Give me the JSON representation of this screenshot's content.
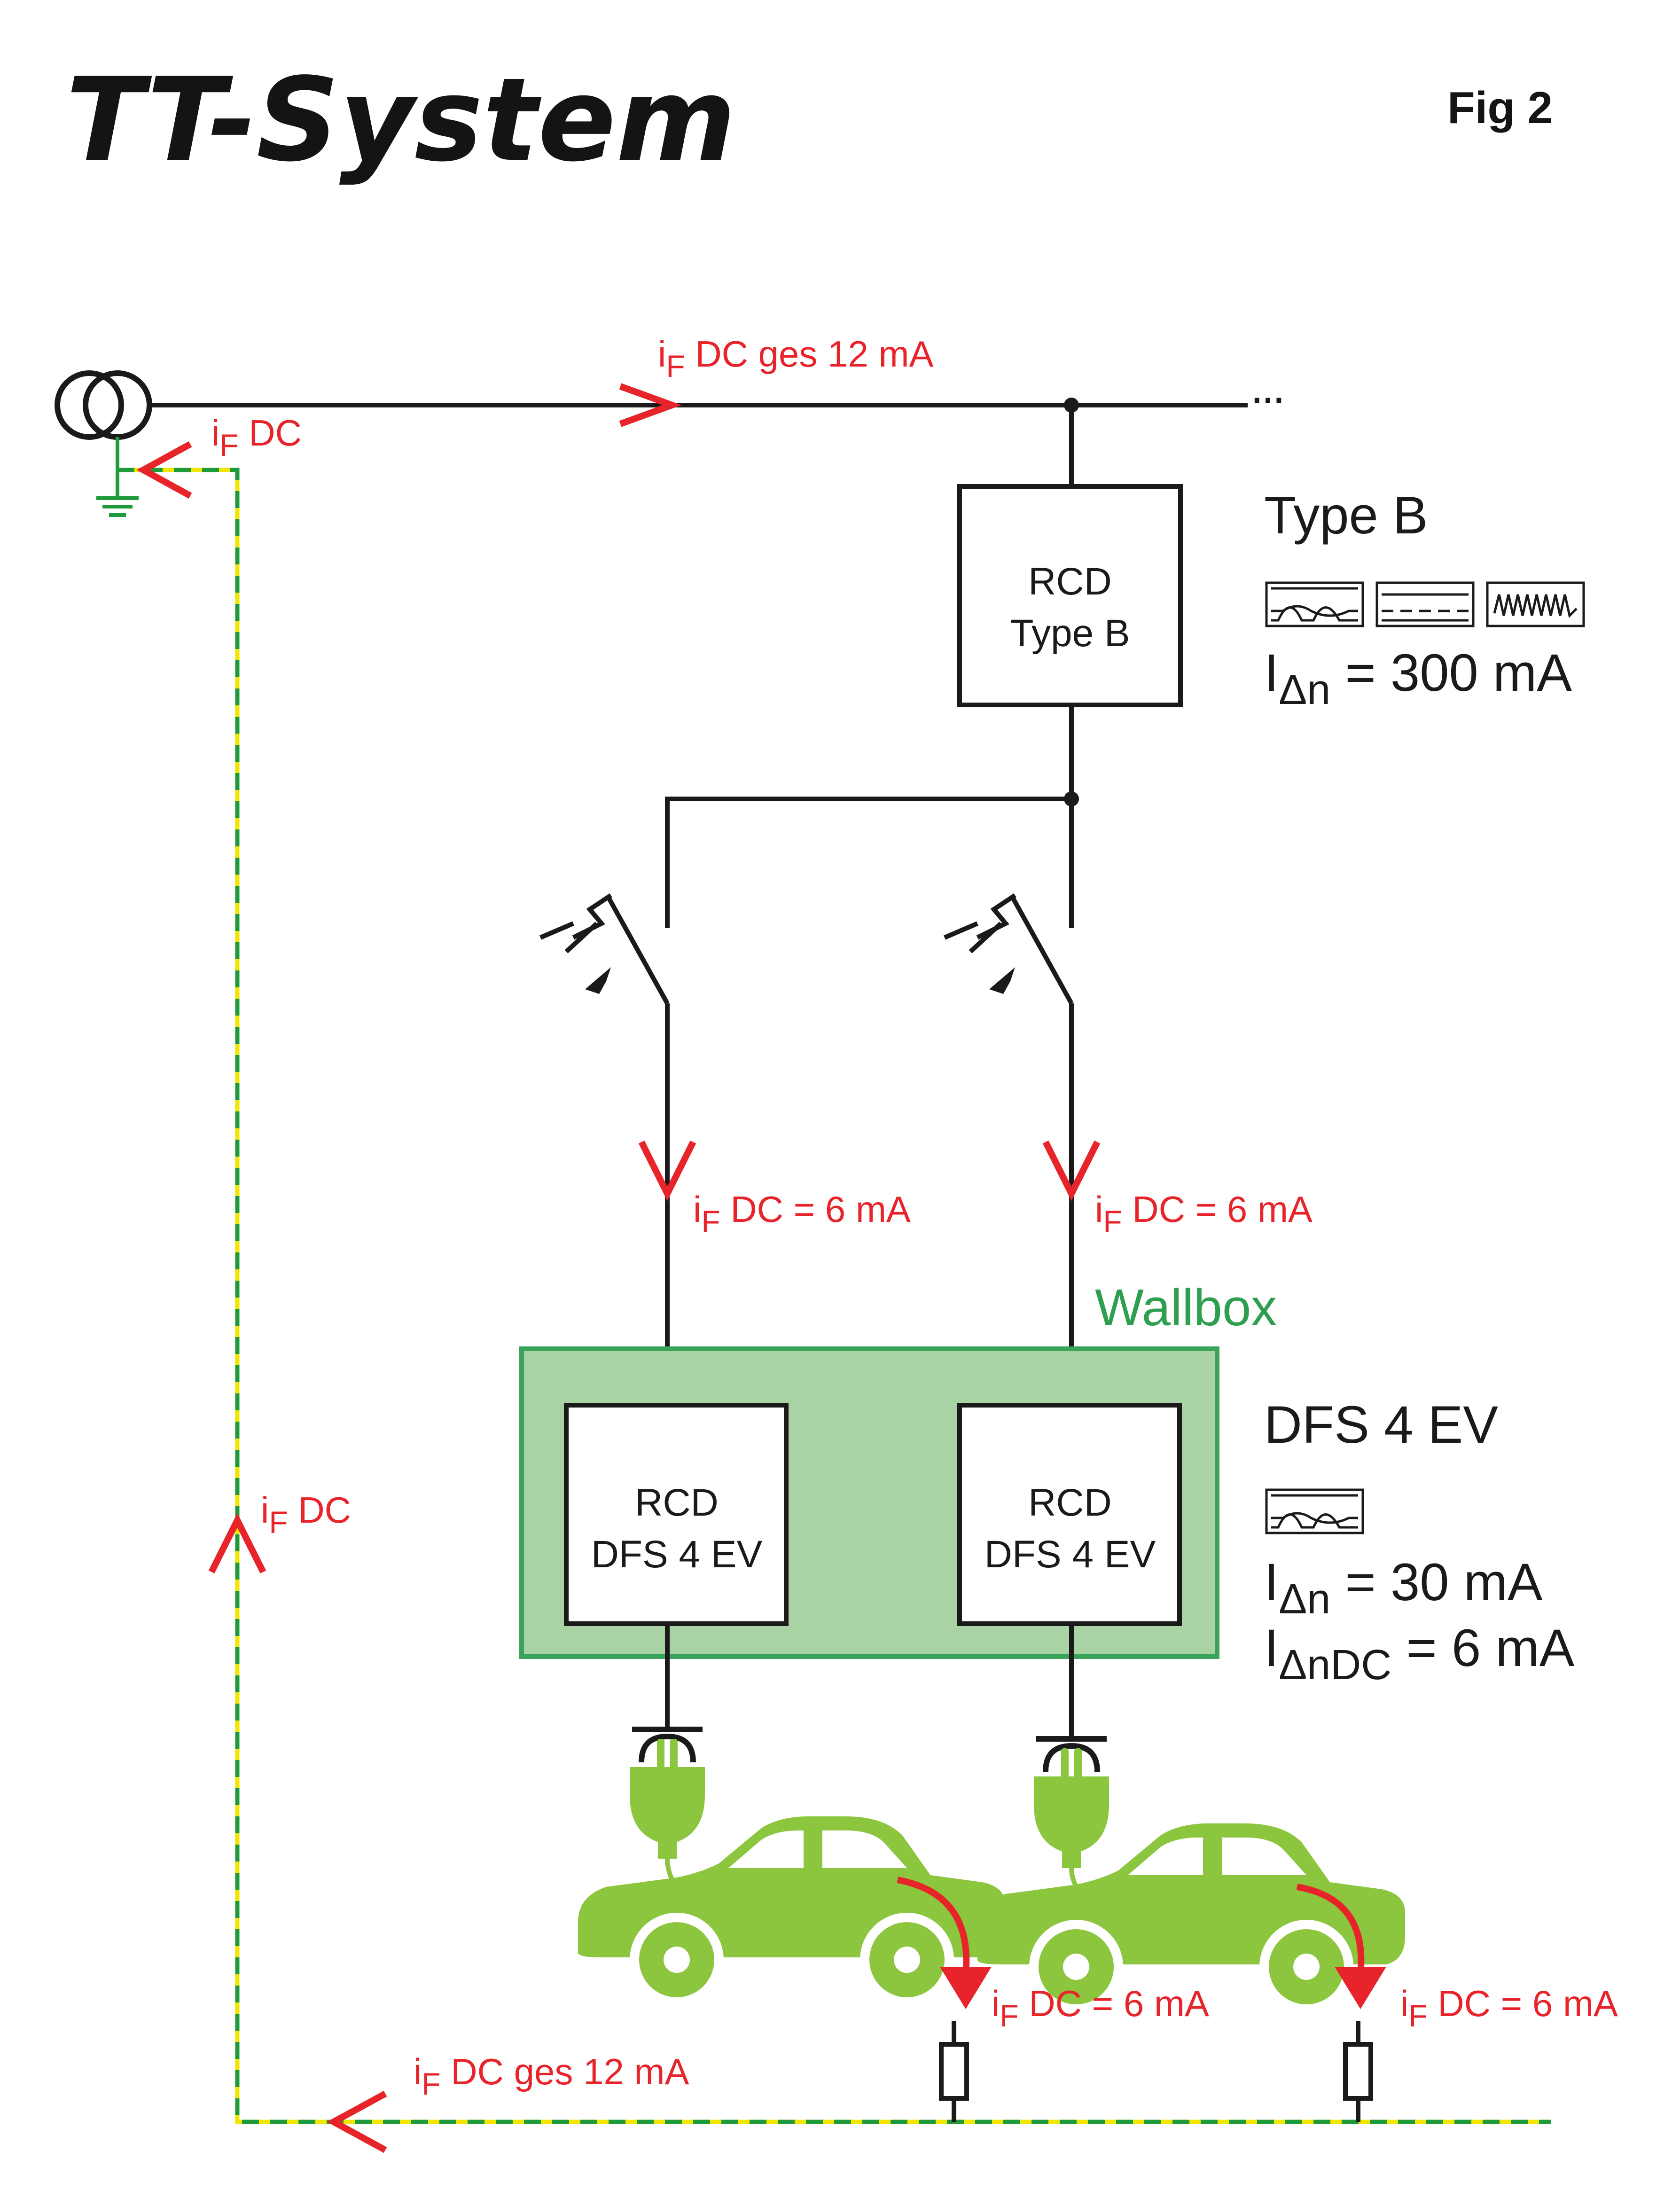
{
  "title": "TT-System",
  "figure_label": "Fig 2",
  "labels": {
    "top_current": {
      "i": "i",
      "sub": "F",
      "rest": " DC ges 12 mA"
    },
    "earth_current": {
      "i": "i",
      "sub": "F",
      "rest": " DC"
    },
    "left_current": {
      "i": "i",
      "sub": "F",
      "rest": " DC"
    },
    "branch_left_current": {
      "i": "i",
      "sub": "F",
      "rest": " DC = 6 mA"
    },
    "branch_right_current": {
      "i": "i",
      "sub": "F",
      "rest": " DC = 6 mA"
    },
    "car_left_current": {
      "i": "i",
      "sub": "F",
      "rest": " DC = 6 mA"
    },
    "car_right_current": {
      "i": "i",
      "sub": "F",
      "rest": " DC = 6 mA"
    },
    "bottom_current": {
      "i": "i",
      "sub": "F",
      "rest": " DC ges 12 mA"
    }
  },
  "rcd_main": {
    "line1": "RCD",
    "line2": "Type B"
  },
  "rcd_left": {
    "line1": "RCD",
    "line2": "DFS 4 EV"
  },
  "rcd_right": {
    "line1": "RCD",
    "line2": "DFS 4 EV"
  },
  "wallbox_label": "Wallbox",
  "type_b_spec": {
    "heading": "Type B",
    "rating": {
      "I": "I",
      "sub": "Δn",
      "rest": " = 300 mA"
    }
  },
  "dfs_spec": {
    "heading": "DFS 4 EV",
    "rating1": {
      "I": "I",
      "sub": "Δn",
      "rest": " = 30 mA"
    },
    "rating2": {
      "I": "I",
      "sub": "ΔnDC",
      "rest": " = 6 mA"
    }
  },
  "colors": {
    "line": "#1a1a1a",
    "current": "#e8242b",
    "pe_green": "#1f9a3a",
    "pe_yellow": "#f2e600",
    "wallbox_fill": "#a9d3a5",
    "wallbox_border": "#3aa55a",
    "wallbox_text": "#2e9e4f",
    "car": "#8cc63f"
  },
  "icons": [
    "transformer-icon",
    "earth-ground-icon",
    "circuit-breaker-icon",
    "socket-icon",
    "plug-icon",
    "car-icon",
    "resistor-icon",
    "ac-pulsed-waveform-icon",
    "dc-waveform-icon",
    "hf-waveform-icon"
  ]
}
